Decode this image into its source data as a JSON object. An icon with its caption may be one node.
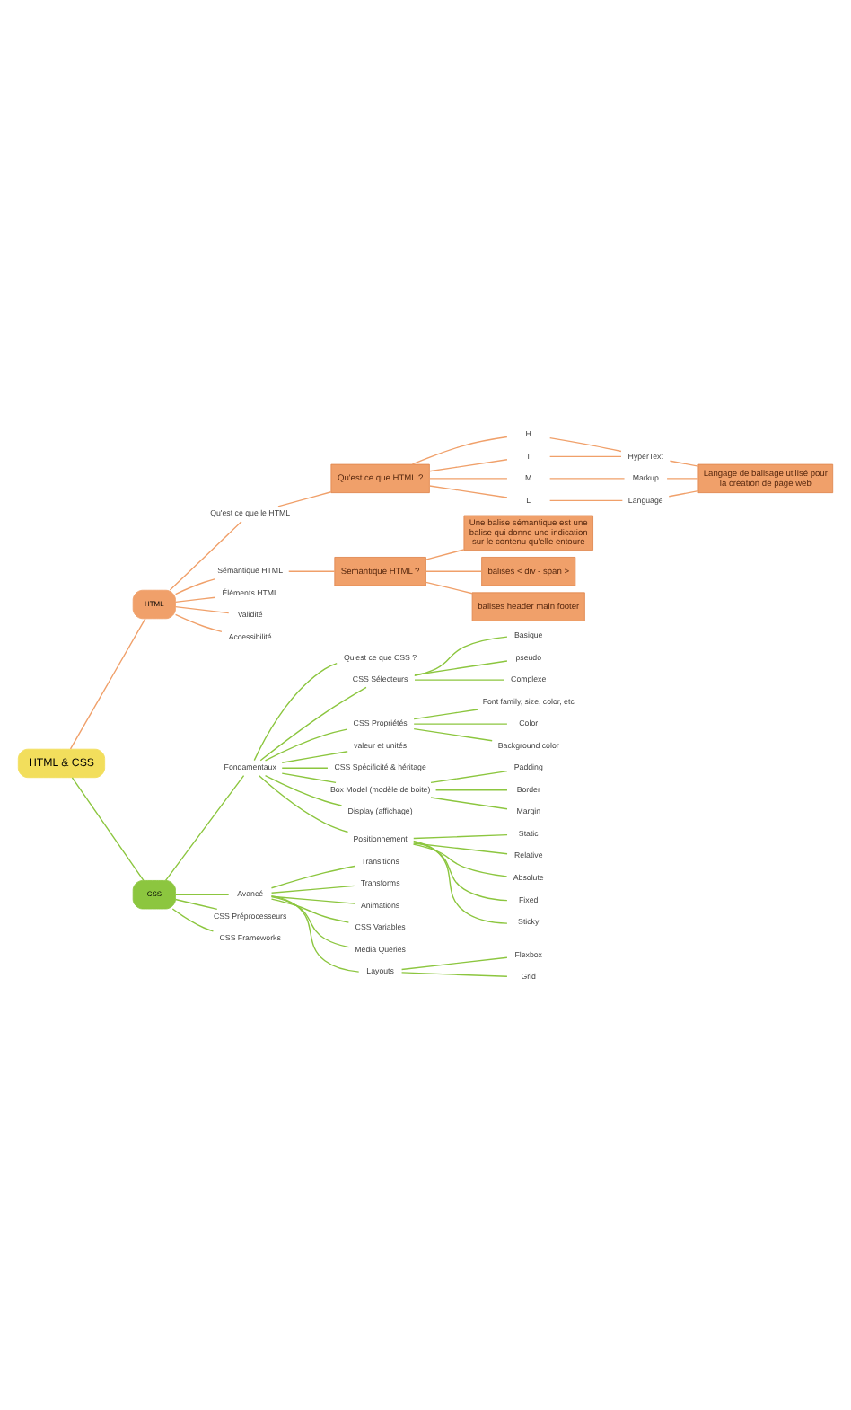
{
  "diagram": {
    "nodes": [
      {
        "text": [
          "HTML & CSS"
        ]
      },
      {
        "text": [
          "HTML"
        ]
      },
      {
        "text": [
          "Qu'est ce que le HTML"
        ]
      },
      {
        "text": [
          "Sémantique HTML"
        ]
      },
      {
        "text": [
          "Éléments HTML"
        ]
      },
      {
        "text": [
          "Validité"
        ]
      },
      {
        "text": [
          "Accessibilité"
        ]
      },
      {
        "text": [
          "Qu'est ce que HTML ?"
        ]
      },
      {
        "text": [
          "H"
        ]
      },
      {
        "text": [
          "T"
        ]
      },
      {
        "text": [
          "M"
        ]
      },
      {
        "text": [
          "L"
        ]
      },
      {
        "text": [
          "HyperText"
        ]
      },
      {
        "text": [
          "Markup"
        ]
      },
      {
        "text": [
          "Language"
        ]
      },
      {
        "text": [
          "Langage de balisage utilisé pour la création de page web"
        ]
      },
      {
        "text": [
          "Semantique HTML ?"
        ]
      },
      {
        "text": [
          "Une balise sémantique est une balise qui donne une indication sur le contenu qu'elle entoure"
        ]
      },
      {
        "text": [
          "balises < div - span >"
        ]
      },
      {
        "text": [
          "balises header main footer"
        ]
      },
      {
        "text": [
          "CSS"
        ]
      },
      {
        "text": [
          "Fondamentaux"
        ]
      },
      {
        "text": [
          "Qu'est ce que CSS ?"
        ]
      },
      {
        "text": [
          "CSS Sélecteurs"
        ]
      },
      {
        "text": [
          "Basique"
        ]
      },
      {
        "text": [
          "pseudo"
        ]
      },
      {
        "text": [
          "Complexe"
        ]
      },
      {
        "text": [
          "CSS Propriétés"
        ]
      },
      {
        "text": [
          "Font family, size, color, etc"
        ]
      },
      {
        "text": [
          "Color"
        ]
      },
      {
        "text": [
          "Background color"
        ]
      },
      {
        "text": [
          "valeur et unités"
        ]
      },
      {
        "text": [
          "CSS Spécificité & héritage"
        ]
      },
      {
        "text": [
          "Box Model (modèle de boite)"
        ]
      },
      {
        "text": [
          "Padding"
        ]
      },
      {
        "text": [
          "Border"
        ]
      },
      {
        "text": [
          "Margin"
        ]
      },
      {
        "text": [
          "Display (affichage)"
        ]
      },
      {
        "text": [
          "Positionnement"
        ]
      },
      {
        "text": [
          "Static"
        ]
      },
      {
        "text": [
          "Relative"
        ]
      },
      {
        "text": [
          "Absolute"
        ]
      },
      {
        "text": [
          "Fixed"
        ]
      },
      {
        "text": [
          "Sticky"
        ]
      },
      {
        "text": [
          "Avancé"
        ]
      },
      {
        "text": [
          "Transitions"
        ]
      },
      {
        "text": [
          "Transforms"
        ]
      },
      {
        "text": [
          "Animations"
        ]
      },
      {
        "text": [
          "CSS Variables"
        ]
      },
      {
        "text": [
          "Media Queries"
        ]
      },
      {
        "text": [
          "Layouts"
        ]
      },
      {
        "text": [
          "Flexbox"
        ]
      },
      {
        "text": [
          "Grid"
        ]
      },
      {
        "text": [
          "CSS Préprocesseurs"
        ]
      },
      {
        "text": [
          "CSS Frameworks"
        ]
      }
    ],
    "edges": [
      {
        "from": 0,
        "to": 1,
        "arrow": "none",
        "color": "#f0a06a"
      },
      {
        "from": 1,
        "to": 2,
        "arrow": "none",
        "color": "#f0a06a"
      },
      {
        "from": 1,
        "to": 3,
        "arrow": "none",
        "color": "#f0a06a"
      },
      {
        "from": 1,
        "to": 4,
        "arrow": "none",
        "color": "#f0a06a"
      },
      {
        "from": 1,
        "to": 5,
        "arrow": "none",
        "color": "#f0a06a"
      },
      {
        "from": 1,
        "to": 6,
        "arrow": "none",
        "color": "#f0a06a"
      },
      {
        "from": 2,
        "to": 7,
        "arrow": "none",
        "color": "#f0a06a"
      },
      {
        "from": 3,
        "to": 16,
        "arrow": "none",
        "color": "#f0a06a"
      },
      {
        "from": 7,
        "to": 8,
        "arrow": "none",
        "color": "#f0a06a"
      },
      {
        "from": 7,
        "to": 9,
        "arrow": "none",
        "color": "#f0a06a"
      },
      {
        "from": 7,
        "to": 10,
        "arrow": "none",
        "color": "#f0a06a"
      },
      {
        "from": 7,
        "to": 11,
        "arrow": "none",
        "color": "#f0a06a"
      },
      {
        "from": 8,
        "to": 12,
        "arrow": "none",
        "color": "#f0a06a"
      },
      {
        "from": 9,
        "to": 12,
        "arrow": "none",
        "color": "#f0a06a"
      },
      {
        "from": 10,
        "to": 13,
        "arrow": "none",
        "color": "#f0a06a"
      },
      {
        "from": 11,
        "to": 14,
        "arrow": "none",
        "color": "#f0a06a"
      },
      {
        "from": 12,
        "to": 15,
        "arrow": "none",
        "color": "#f0a06a"
      },
      {
        "from": 13,
        "to": 15,
        "arrow": "none",
        "color": "#f0a06a"
      },
      {
        "from": 14,
        "to": 15,
        "arrow": "none",
        "color": "#f0a06a"
      },
      {
        "from": 16,
        "to": 17,
        "arrow": "none",
        "color": "#f0a06a"
      },
      {
        "from": 16,
        "to": 18,
        "arrow": "none",
        "color": "#f0a06a"
      },
      {
        "from": 16,
        "to": 19,
        "arrow": "none",
        "color": "#f0a06a"
      },
      {
        "from": 0,
        "to": 20,
        "arrow": "none"
      },
      {
        "from": 20,
        "to": 21,
        "arrow": "none"
      },
      {
        "from": 21,
        "to": 22,
        "arrow": "none"
      },
      {
        "from": 21,
        "to": 23,
        "arrow": "none"
      },
      {
        "from": 23,
        "to": 24,
        "arrow": "none"
      },
      {
        "from": 23,
        "to": 25,
        "arrow": "none"
      },
      {
        "from": 23,
        "to": 26,
        "arrow": "none"
      },
      {
        "from": 21,
        "to": 27,
        "arrow": "none"
      },
      {
        "from": 27,
        "to": 28,
        "arrow": "none"
      },
      {
        "from": 27,
        "to": 29,
        "arrow": "none"
      },
      {
        "from": 27,
        "to": 30,
        "arrow": "none"
      },
      {
        "from": 21,
        "to": 31,
        "arrow": "none"
      },
      {
        "from": 21,
        "to": 32,
        "arrow": "none"
      },
      {
        "from": 21,
        "to": 33,
        "arrow": "none"
      },
      {
        "from": 33,
        "to": 34,
        "arrow": "none"
      },
      {
        "from": 33,
        "to": 35,
        "arrow": "none"
      },
      {
        "from": 33,
        "to": 36,
        "arrow": "none"
      },
      {
        "from": 21,
        "to": 37,
        "arrow": "none"
      },
      {
        "from": 21,
        "to": 38,
        "arrow": "none"
      },
      {
        "from": 38,
        "to": 39,
        "arrow": "none"
      },
      {
        "from": 38,
        "to": 40,
        "arrow": "none"
      },
      {
        "from": 38,
        "to": 41,
        "arrow": "none"
      },
      {
        "from": 38,
        "to": 42,
        "arrow": "none"
      },
      {
        "from": 38,
        "to": 43,
        "arrow": "none"
      },
      {
        "from": 20,
        "to": 44,
        "arrow": "none"
      },
      {
        "from": 44,
        "to": 45,
        "arrow": "none"
      },
      {
        "from": 44,
        "to": 46,
        "arrow": "none"
      },
      {
        "from": 44,
        "to": 47,
        "arrow": "none"
      },
      {
        "from": 44,
        "to": 48,
        "arrow": "none"
      },
      {
        "from": 44,
        "to": 49,
        "arrow": "none"
      },
      {
        "from": 44,
        "to": 50,
        "arrow": "none"
      },
      {
        "from": 50,
        "to": 51,
        "arrow": "none"
      },
      {
        "from": 50,
        "to": 52,
        "arrow": "none"
      },
      {
        "from": 20,
        "to": 53,
        "arrow": "none"
      },
      {
        "from": 20,
        "to": 54,
        "arrow": "none"
      }
    ]
  }
}
